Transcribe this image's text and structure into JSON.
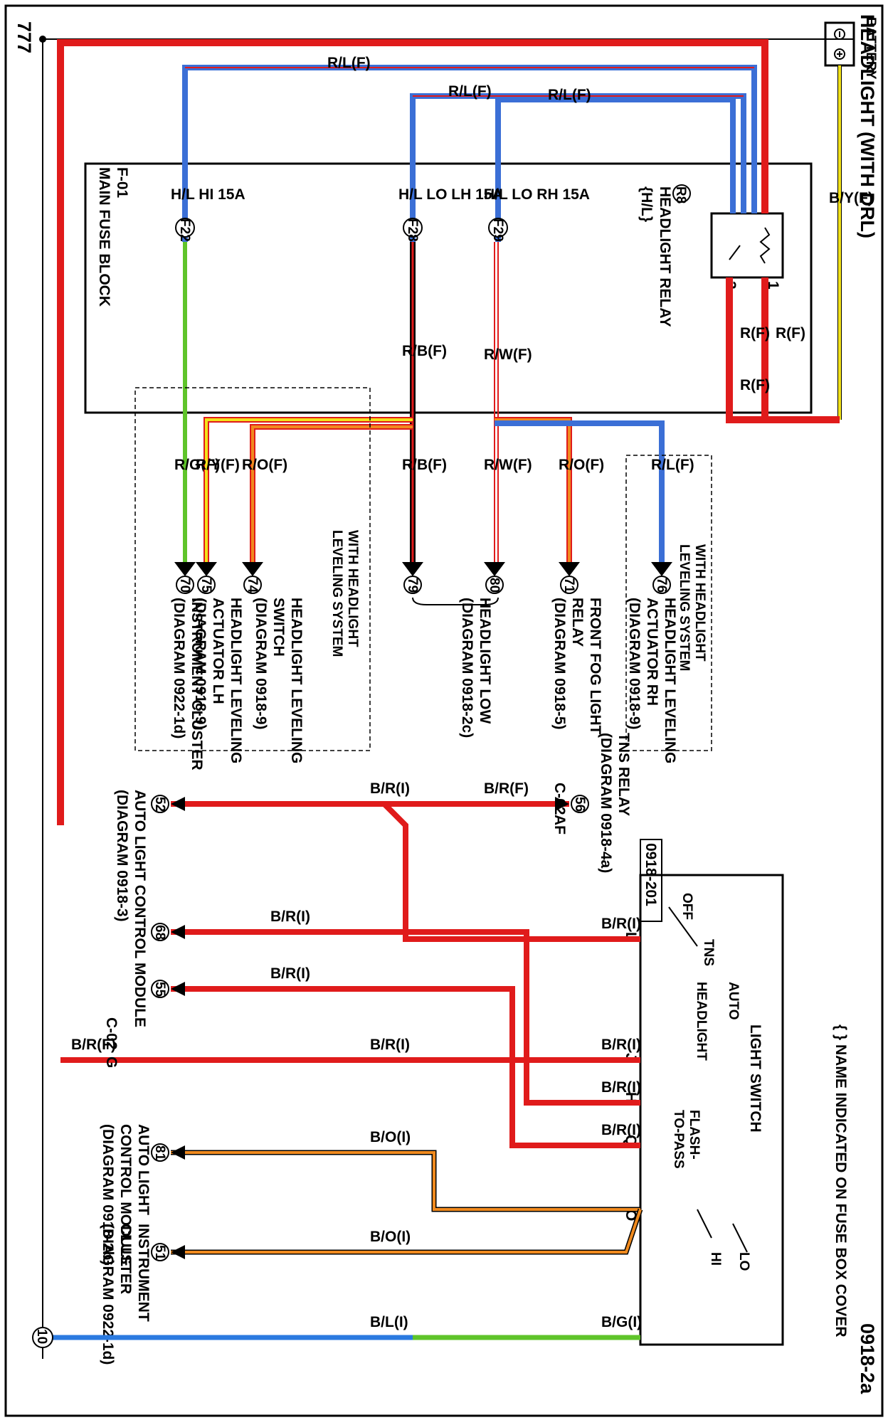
{
  "title": "HEADLIGHT (WITH DRL)",
  "page_code": "0918-2a",
  "note": "{ }  NAME INDICATED ON FUSE BOX COVER",
  "ground_code": "777",
  "ground_circle": "10",
  "battery": "BATTERY",
  "battery_wire": "B/Y(F)",
  "relay": {
    "tag": "R8",
    "name": "HEADLIGHT RELAY",
    "alias": "{H/L}",
    "pin1": "1",
    "pin3": "3"
  },
  "fuse_block": {
    "code": "F-01",
    "name": "MAIN FUSE BLOCK"
  },
  "fuses": [
    {
      "tag": "F29",
      "label": "H/L LO RH 15A"
    },
    {
      "tag": "F28",
      "label": "H/L LO LH 15A"
    },
    {
      "tag": "F22",
      "label": "H/L HI 15A"
    }
  ],
  "wires": {
    "rf_main": "R(F)",
    "rf1": "R(F)",
    "rf2": "R(F)",
    "rl1": "R/L(F)",
    "rl2": "R/L(F)",
    "rl3": "R/L(F)",
    "rwf": "R/W(F)",
    "rwf2": "R/W(F)",
    "rbf": "R/B(F)",
    "rbf2": "R/B(F)",
    "rg": "R/G(F)",
    "ry": "R/Y(F)",
    "ro1": "R/O(F)",
    "ro2": "R/O(F)",
    "rl4": "R/L(F)",
    "brf_top": "B/R(F)",
    "bri_left": "B/R(I)",
    "bri_68": "B/R(I)",
    "bri_55": "B/R(I)",
    "bri_l": "B/R(I)",
    "bri_j": "B/R(I)",
    "bri_h": "B/R(I)",
    "bri_q": "B/R(I)",
    "bri_mid": "B/R(I)",
    "brf_g": "B/R(F)",
    "boi1": "B/O(I)",
    "boi2": "B/O(I)",
    "bli": "B/L(I)",
    "bgi": "B/G(I)"
  },
  "connectors": [
    {
      "num": "70",
      "desc": [
        "INSTRUMENT CLUSTER",
        "(DIAGRAM 0922-1d)"
      ]
    },
    {
      "num": "75",
      "desc": [
        "HEADLIGHT LEVELING",
        "ACTUATOR LH",
        "(DIAGRAM 0918-9)"
      ]
    },
    {
      "num": "74",
      "desc": [
        "HEADLIGHT LEVELING",
        "SWITCH",
        "(DIAGRAM 0918-9)"
      ]
    },
    {
      "num": "79",
      "desc": []
    },
    {
      "num": "80",
      "desc": [
        "HEADLIGHT LOW",
        "(DIAGRAM 0918-2c)"
      ]
    },
    {
      "num": "71",
      "desc": [
        "FRONT FOG LIGHT",
        "RELAY",
        "(DIAGRAM 0918-5)"
      ]
    },
    {
      "num": "76",
      "desc": [
        "HEADLIGHT LEVELING",
        "ACTUATOR RH",
        "(DIAGRAM 0918-9)"
      ]
    }
  ],
  "leveling_left": [
    "WITH HEADLIGHT",
    "LEVELING SYSTEM"
  ],
  "leveling_right": [
    "WITH HEADLIGHT",
    "LEVELING SYSTEM"
  ],
  "tns_relay": {
    "num": "56",
    "desc": [
      "TNS RELAY",
      "(DIAGRAM 0918-4a)"
    ]
  },
  "c02_top": {
    "code": "C-02",
    "pin": "AF"
  },
  "c02_bottom": {
    "code": "C-02",
    "pin": "G"
  },
  "switch": {
    "name": "LIGHT SWITCH",
    "code": "0918-201",
    "off": "OFF",
    "tns": "TNS",
    "headlight": "HEADLIGHT",
    "auto": "AUTO",
    "flash": "FLASH-",
    "topass": "TO-PASS",
    "hi": "HI",
    "lo": "LO"
  },
  "pins": {
    "l": "L",
    "j": "J",
    "h": "H",
    "q": "Q",
    "o": "O"
  },
  "alcm1": {
    "nums": [
      "52",
      "68",
      "55"
    ],
    "desc": [
      "AUTO LIGHT CONTROL MODULE",
      "(DIAGRAM 0918-3)"
    ]
  },
  "alcm2": {
    "num": "81",
    "desc": [
      "AUTO LIGHT",
      "CONTROL MODULE",
      "(DIAGRAM 0918-2b)"
    ]
  },
  "ic2": {
    "num": "51",
    "desc": [
      "INSTRUMENT",
      "CLUSTER",
      "(DIAGRAM 0922-1d)"
    ]
  },
  "colors": {
    "red": "#e01b1b",
    "blue": "#3b6fd6",
    "yellow": "#f2e21a",
    "green": "#5fc42a",
    "orange": "#f08a1e",
    "black": "#000000",
    "lightblue": "#2b7ae0"
  }
}
